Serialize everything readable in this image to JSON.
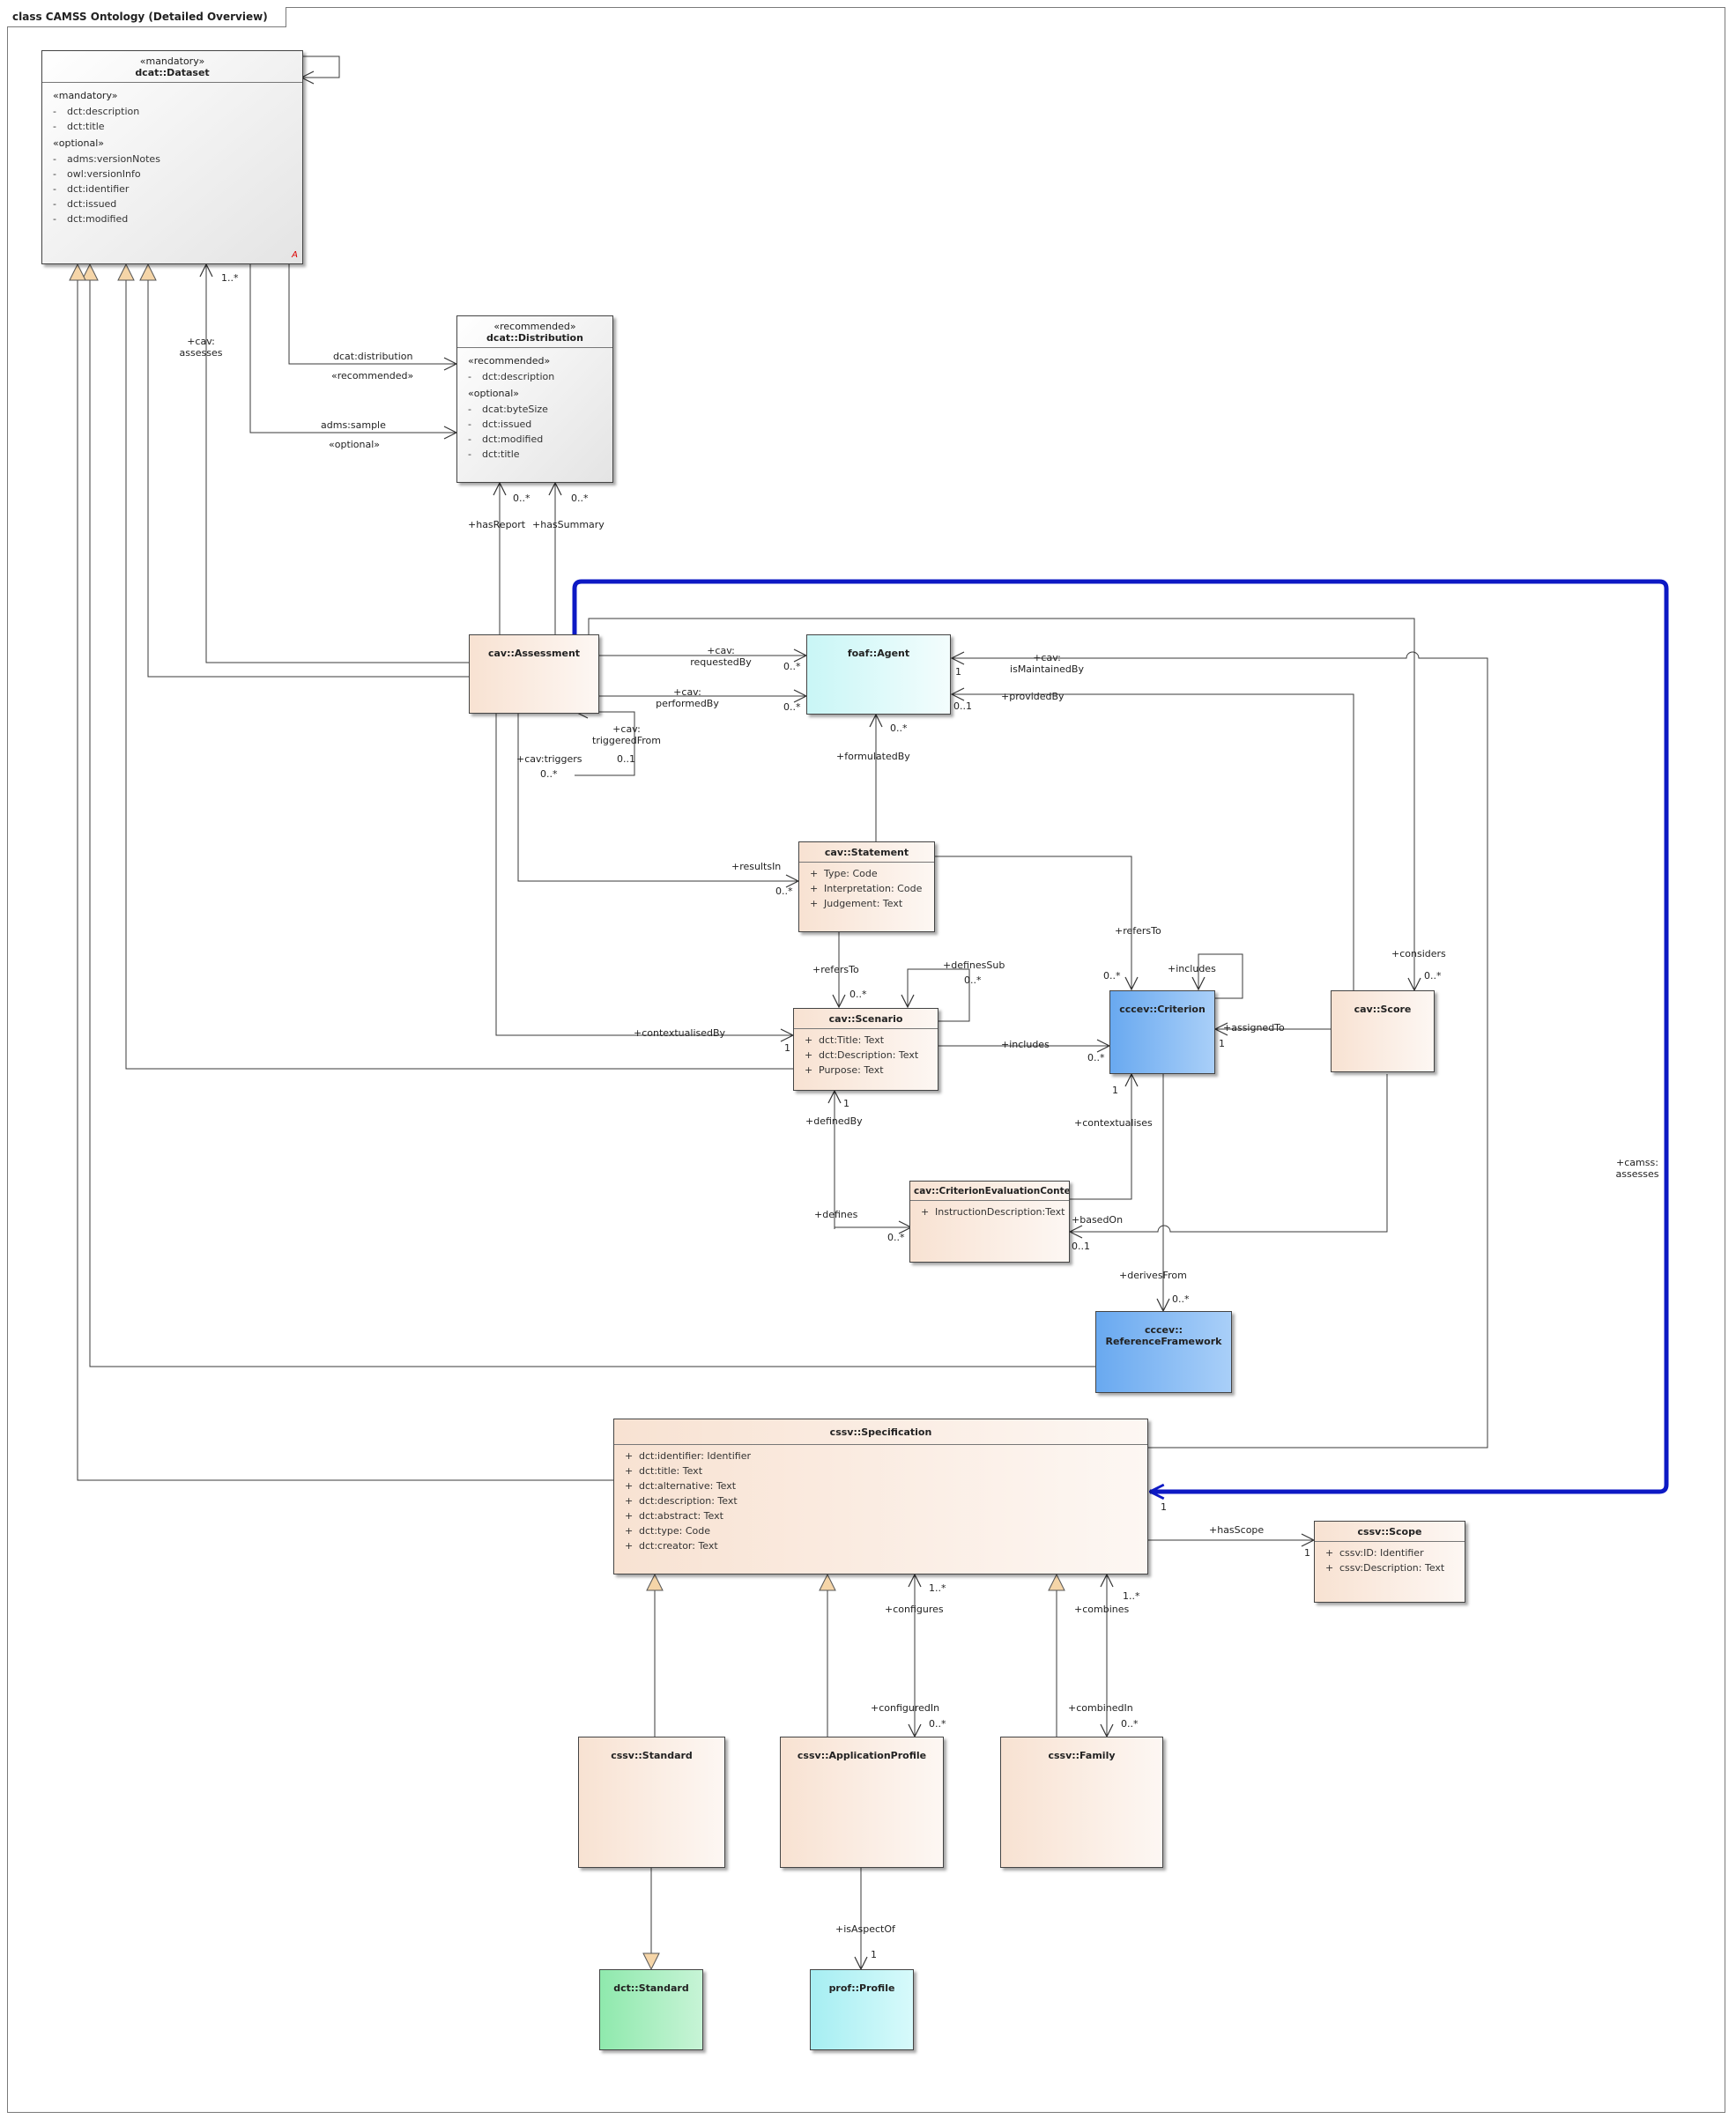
{
  "diagram": {
    "title": "class CAMSS Ontology (Detailed Overview)"
  },
  "classes": {
    "dataset": {
      "stereotype": "«mandatory»",
      "name": "dcat::Dataset",
      "mandatory_label": "«mandatory»",
      "mandatory": [
        "dct:description",
        "dct:title"
      ],
      "optional_label": "«optional»",
      "optional": [
        "adms:versionNotes",
        "owl:versionInfo",
        "dct:identifier",
        "dct:issued",
        "dct:modified"
      ],
      "abstract_mark": "A"
    },
    "distribution": {
      "stereotype": "«recommended»",
      "name": "dcat::Distribution",
      "recommended_label": "«recommended»",
      "recommended": [
        "dct:description"
      ],
      "optional_label": "«optional»",
      "optional": [
        "dcat:byteSize",
        "dct:issued",
        "dct:modified",
        "dct:title"
      ]
    },
    "assessment": {
      "name": "cav::Assessment"
    },
    "agent": {
      "name": "foaf::Agent"
    },
    "statement": {
      "name": "cav::Statement",
      "attributes": [
        "Type: Code",
        "Interpretation: Code",
        "Judgement: Text"
      ]
    },
    "scenario": {
      "name": "cav::Scenario",
      "attributes": [
        "dct:Title: Text",
        "dct:Description: Text",
        "Purpose: Text"
      ]
    },
    "criterion": {
      "name": "cccev::Criterion"
    },
    "score": {
      "name": "cav::Score"
    },
    "criterion_context": {
      "name": "cav::CriterionEvaluationContext",
      "attributes": [
        "InstructionDescription:Text"
      ]
    },
    "reference_framework": {
      "name_line1": "cccev::",
      "name_line2": "ReferenceFramework"
    },
    "specification": {
      "name": "cssv::Specification",
      "attributes": [
        "dct:identifier: Identifier",
        "dct:title: Text",
        "dct:alternative: Text",
        "dct:description: Text",
        "dct:abstract: Text",
        "dct:type: Code",
        "dct:creator: Text"
      ]
    },
    "scope": {
      "name": "cssv::Scope",
      "attributes": [
        "cssv:ID: Identifier",
        "cssv:Description: Text"
      ]
    },
    "standard": {
      "name": "cssv::Standard"
    },
    "application_profile": {
      "name": "cssv::ApplicationProfile"
    },
    "family": {
      "name": "cssv::Family"
    },
    "dct_standard": {
      "name": "dct::Standard"
    },
    "profile": {
      "name": "prof::Profile"
    }
  },
  "visibility": {
    "private": "-",
    "public": "+"
  },
  "edge_labels": {
    "dataset_mult": "1..*",
    "cav_assesses": "+cav:\nassesses",
    "dcat_distribution": "dcat:distribution",
    "recommended_ster": "«recommended»",
    "adms_sample": "adms:sample",
    "optional_ster": "«optional»",
    "has_report": "+hasReport",
    "has_summary": "+hasSummary",
    "dist_mult_1": "0..*",
    "dist_mult_2": "0..*",
    "requested_by": "+cav:\nrequestedBy",
    "requested_mult": "0..*",
    "performed_by": "+cav:\nperformedBy",
    "performed_mult": "0..*",
    "triggered_from": "+cav:\ntriggeredFrom",
    "triggered_mult": "0..1",
    "cav_triggers": "+cav:triggers",
    "triggers_mult": "0..*",
    "is_maintained_by": "+cav:\nisMaintainedBy",
    "agent_mult_1": "1",
    "agent_mult_01": "0..1",
    "provided_by": "+providedBy",
    "formulated_by": "+formulatedBy",
    "formulated_mult": "0..*",
    "results_in": "+resultsIn",
    "results_mult": "0..*",
    "stmt_refers_to": "+refersTo",
    "stmt_refers_mult": "0..*",
    "crit_refers_to": "+refersTo",
    "crit_refers_mult": "0..*",
    "defines_sub": "+definesSub",
    "defines_sub_mult": "0..*",
    "includes_self": "+includes",
    "considers": "+considers",
    "considers_mult": "0..*",
    "contextualised_by": "+contextualisedBy",
    "scenario_mult_1": "1",
    "scen_includes": "+includes",
    "scen_includes_mult": "0..*",
    "assigned_to": "+assignedTo",
    "assigned_mult": "1",
    "crit_mult_1": "1",
    "defined_by": "+definedBy",
    "defined_mult": "1",
    "contextualises": "+contextualises",
    "defines": "+defines",
    "defines_mult": "0..*",
    "based_on": "+basedOn",
    "based_on_mult": "0..1",
    "derives_from": "+derivesFrom",
    "derives_mult": "0..*",
    "camss_assesses": "+camss:\nassesses",
    "spec_mult": "1",
    "has_scope": "+hasScope",
    "scope_mult": "1",
    "configures": "+configures",
    "configures_mult": "1..*",
    "combines": "+combines",
    "combines_mult": "1..*",
    "configured_in": "+configuredIn",
    "configured_mult": "0..*",
    "combined_in": "+combinedIn",
    "combined_mult": "0..*",
    "is_aspect_of": "+isAspectOf",
    "aspect_mult": "1"
  },
  "colors": {
    "line": "#3a3a3a",
    "highlight": "#0d19c4",
    "generalization_fill": "#f5d5a8",
    "tan": "#f8e2d2",
    "cyan": "#c9f6f6",
    "blue": "#69a9f0",
    "green": "#8fe9ad",
    "aqua": "#a6eef2"
  }
}
